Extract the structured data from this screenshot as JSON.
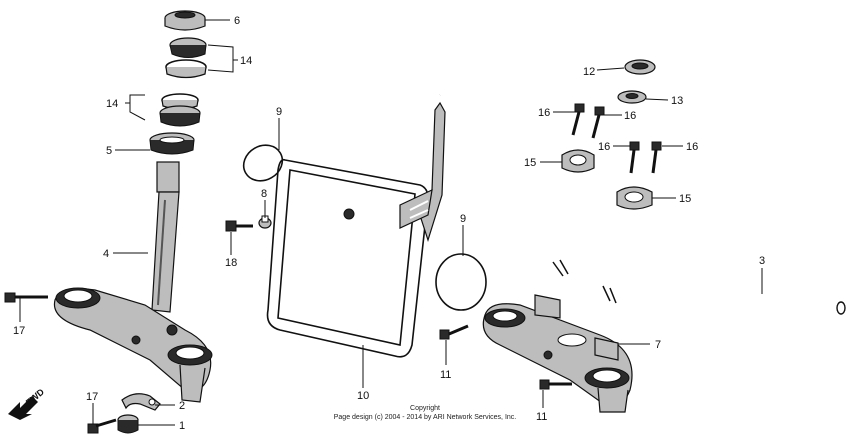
{
  "diagram": {
    "callouts": [
      "6",
      "14",
      "14",
      "5",
      "4",
      "17",
      "9",
      "8",
      "18",
      "10",
      "9",
      "11",
      "12",
      "13",
      "16",
      "16",
      "16",
      "16",
      "15",
      "15",
      "3",
      "7",
      "11",
      "17",
      "2",
      "1"
    ],
    "fwd_label": "FWD",
    "copyright_line1": "Copyright",
    "copyright_line2": "Page design (c) 2004 - 2014 by ARI Network Services, Inc."
  }
}
